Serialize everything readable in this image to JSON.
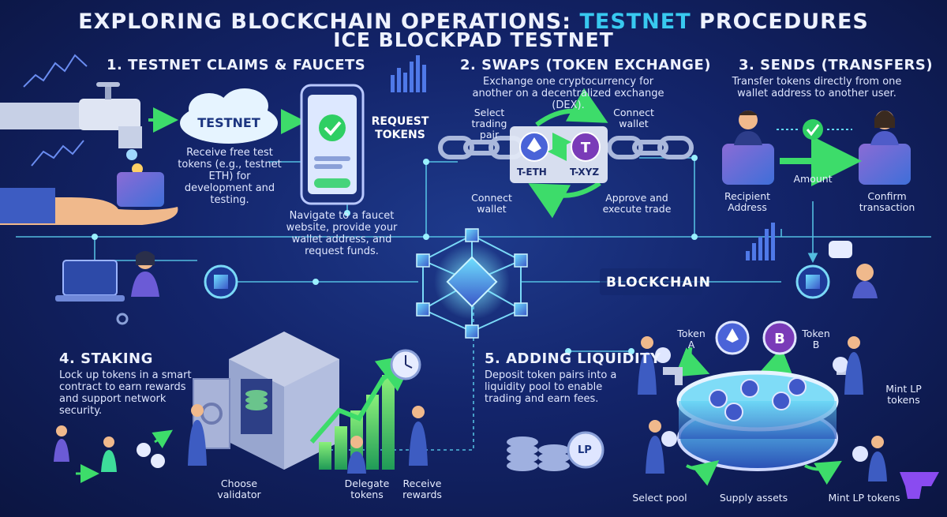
{
  "header": {
    "title_prefix": "EXPLORING BLOCKCHAIN OPERATIONS: ",
    "title_highlight": "TESTNET",
    "title_suffix": " PROCEDURES",
    "subtitle": "ICE BLOCKPAD TESTNET"
  },
  "claims": {
    "heading": "1. TESTNET CLAIMS & FAUCETS",
    "cloud_label": "TESTNET",
    "receive_text": "Receive free test tokens (e.g., testnet ETH) for development and testing.",
    "request_label": "REQUEST TOKENS",
    "navigate_text": "Navigate to a faucet website, provide your wallet address, and request funds."
  },
  "swaps": {
    "heading": "2. SWAPS (TOKEN EXCHANGE)",
    "description": "Exchange one cryptocurrency for another on a decentralized exchange (DEX).",
    "select_pair": "Select trading pair",
    "connect_wallet_top": "Connect wallet",
    "token_a": "T-ETH",
    "token_b": "T-XYZ",
    "connect_wallet_bottom": "Connect wallet",
    "approve": "Approve and execute trade"
  },
  "sends": {
    "heading": "3. SENDS (TRANSFERS)",
    "description": "Transfer tokens directly from one wallet address to another user.",
    "amount": "Amount",
    "recipient": "Recipient Address",
    "confirm": "Confirm transaction"
  },
  "blockchain": {
    "label": "BLOCKCHAIN"
  },
  "staking": {
    "heading": "4. STAKING",
    "description": "Lock up tokens in a smart contract to earn rewards and support network security.",
    "choose": "Choose validator",
    "delegate": "Delegate tokens",
    "receive": "Receive rewards"
  },
  "liquidity": {
    "heading": "5. ADDING LIQUIDITY",
    "description": "Deposit token pairs into a liquidity pool to enable trading and earn fees.",
    "token_a": "Token A",
    "token_b": "Token B",
    "lp_mark": "LP",
    "mint_right": "Mint LP tokens",
    "select_pool": "Select pool",
    "supply": "Supply assets",
    "mint_bottom": "Mint LP tokens"
  },
  "colors": {
    "accent": "#38c9f0",
    "green": "#3ddc6a",
    "background": "#13246a"
  }
}
